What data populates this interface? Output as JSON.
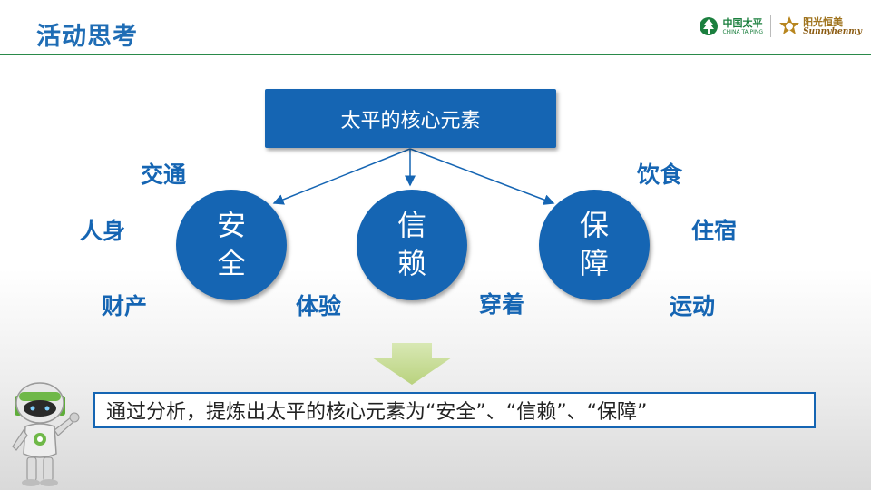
{
  "header": {
    "title": "活动思考",
    "logo_taiping_cn": "中国太平",
    "logo_taiping_en": "CHINA TAIPING",
    "logo_sunny_cn": "阳光恒美",
    "logo_sunny_en": "Sunnyhenmy"
  },
  "diagram": {
    "core": "太平的核心元素",
    "circles": [
      {
        "top": "安",
        "bottom": "全"
      },
      {
        "top": "信",
        "bottom": "赖"
      },
      {
        "top": "保",
        "bottom": "障"
      }
    ],
    "words": {
      "jiaotong": "交通",
      "renshen": "人身",
      "caichan": "财产",
      "tiyan": "体验",
      "chuanzhuo": "穿着",
      "yinshi": "饮食",
      "zhusu": "住宿",
      "yundong": "运动"
    }
  },
  "summary": "通过分析，提炼出太平的核心元素为“安全”、“信赖”、“保障”",
  "colors": {
    "primary": "#1565b3",
    "arrow_green": "#c9dd9a",
    "header_line": "#2a8a4a"
  },
  "icons": [
    "taiping-logo-icon",
    "sunny-logo-icon",
    "down-arrow-icon",
    "robot-mascot-icon"
  ]
}
